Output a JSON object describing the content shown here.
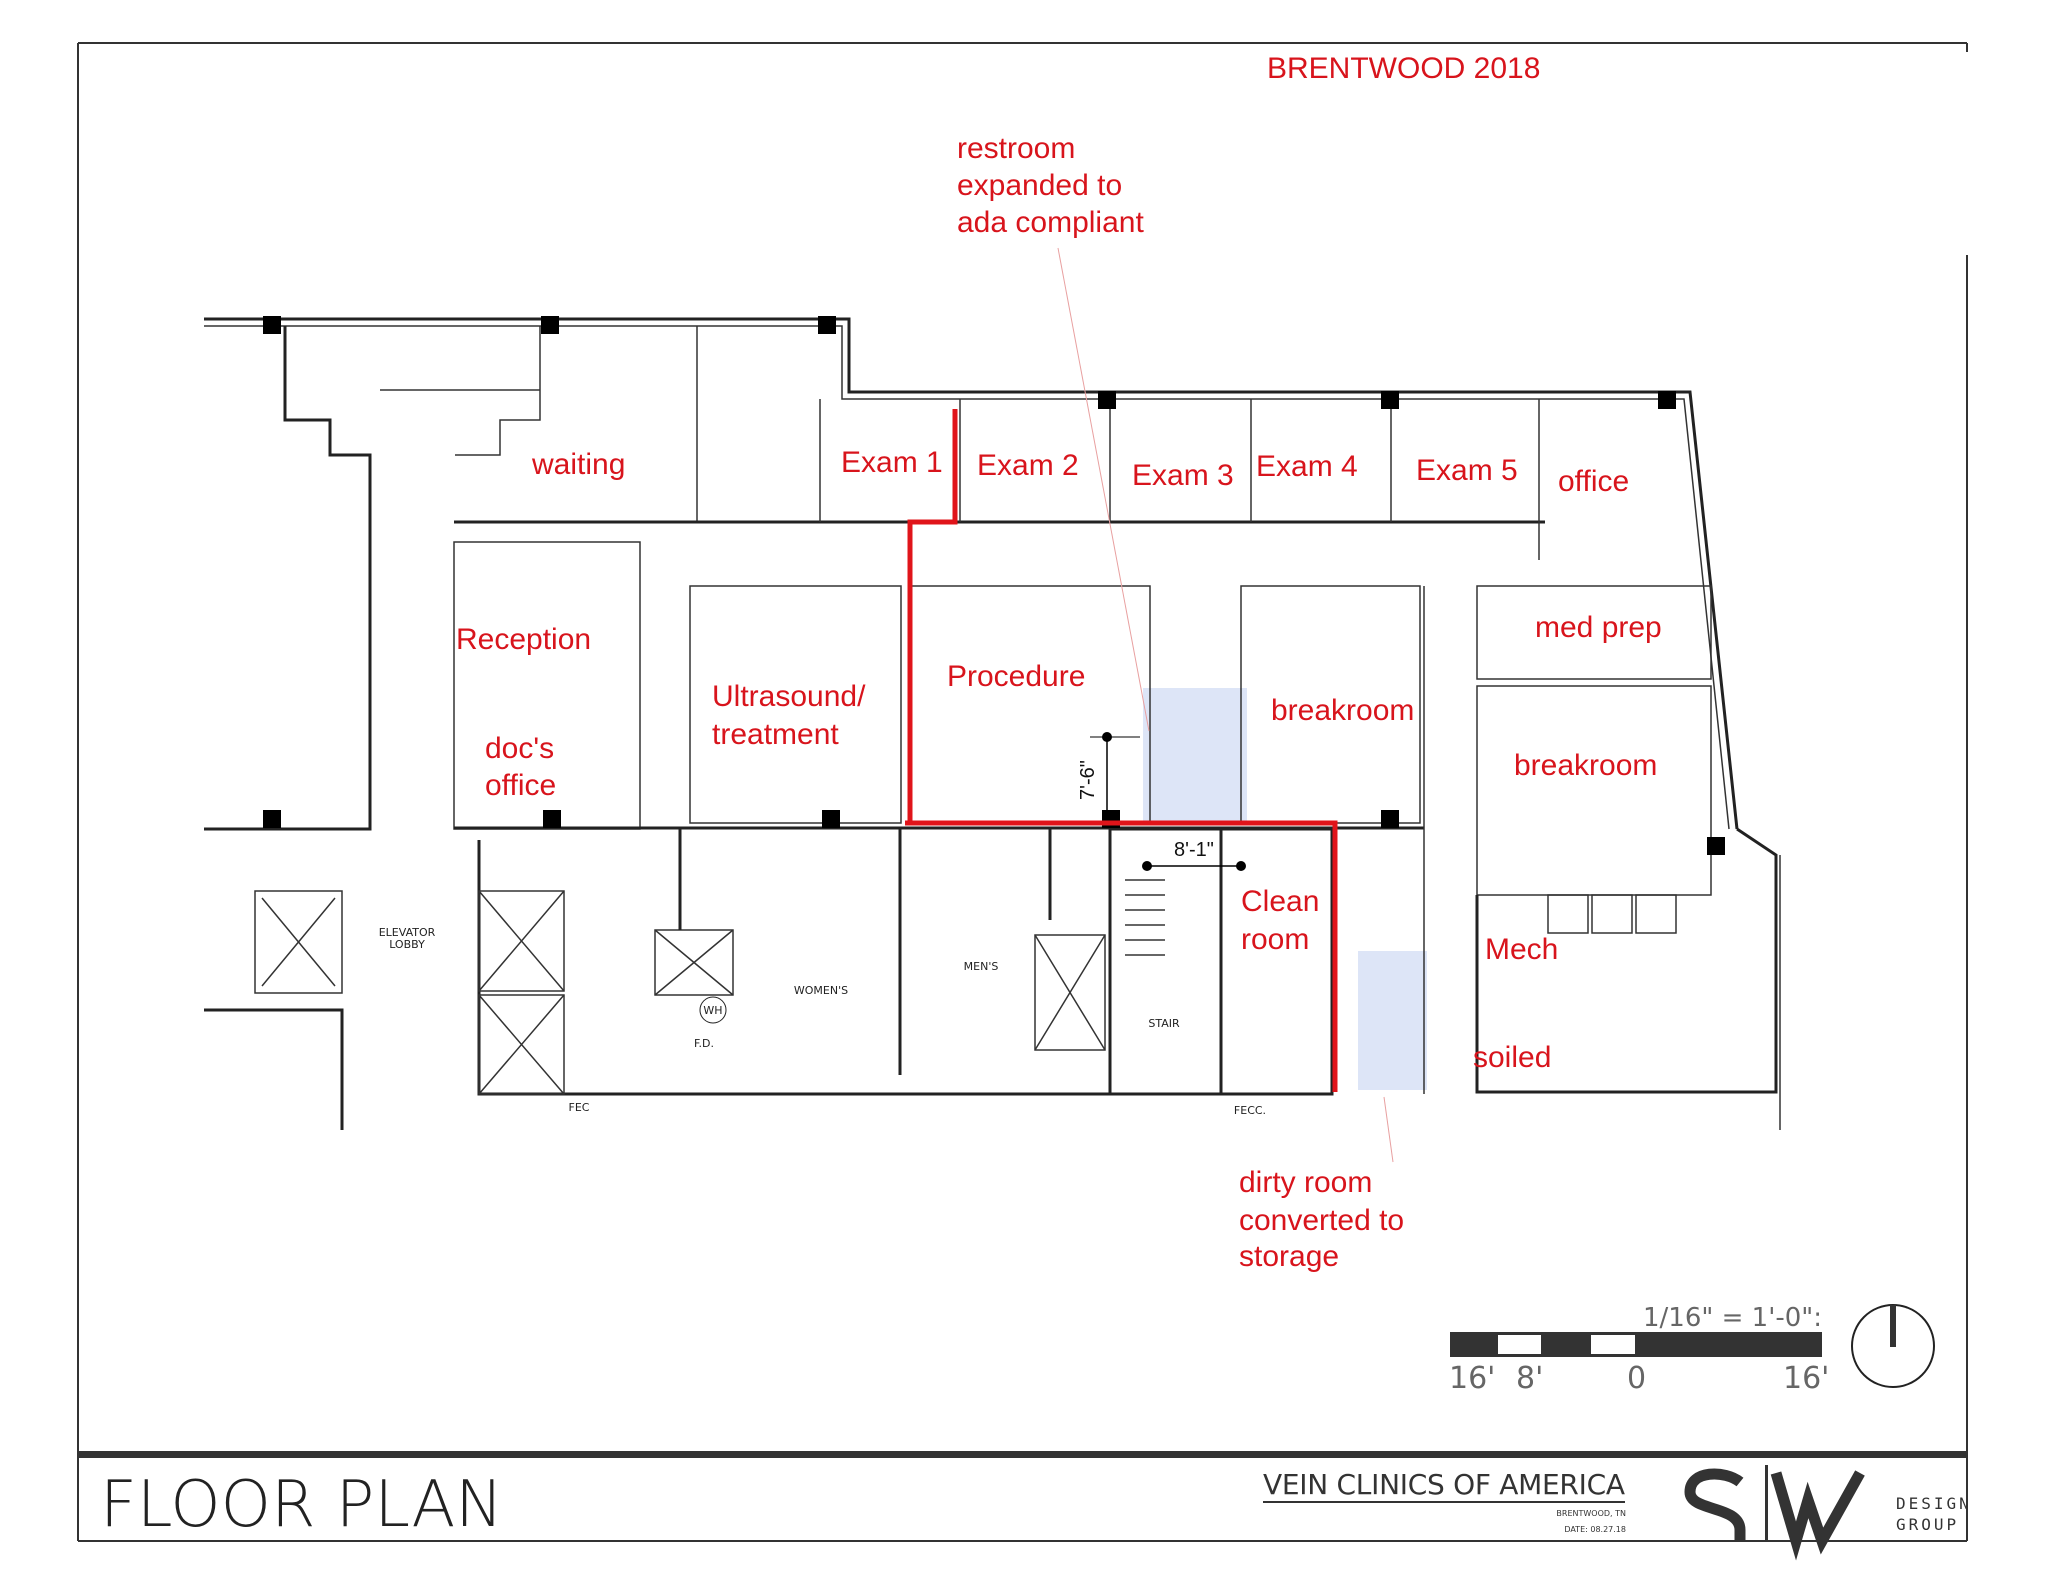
{
  "header": {
    "project_tag": "BRENTWOOD 2018"
  },
  "annotations": {
    "restroom": [
      "restroom",
      "expanded to",
      "ada compliant"
    ],
    "dirty_room": [
      "dirty room",
      "converted to",
      "storage"
    ]
  },
  "rooms": {
    "waiting": "waiting",
    "exam1": "Exam 1",
    "exam2": "Exam 2",
    "exam3": "Exam 3",
    "exam4": "Exam 4",
    "exam5": "Exam 5",
    "office": "office",
    "reception": "Reception",
    "med_prep": "med prep",
    "ultrasound": [
      "Ultrasound/",
      "treatment"
    ],
    "procedure": "Procedure",
    "breakroom_1": "breakroom",
    "breakroom_2": "breakroom",
    "docs_office": [
      "doc's",
      "office"
    ],
    "clean_room": [
      "Clean",
      "room"
    ],
    "mech": "Mech",
    "soiled": "soiled"
  },
  "dimensions": {
    "vertical": "7'-6\"",
    "horizontal": "8'-1\""
  },
  "plan_labels": {
    "elevator_lobby": [
      "ELEVATOR",
      "LOBBY"
    ],
    "womens": "WOMEN'S",
    "mens": "MEN'S",
    "stair": "STAIR",
    "fec_1": "FEC",
    "fec_2": "FECC.",
    "wh": "WH",
    "fd": "F.D."
  },
  "scale": {
    "label": "1/16\" = 1'-0\":",
    "ticks": [
      "16'",
      "8'",
      "0",
      "16'"
    ]
  },
  "north_arrow": {
    "icon": "north-arrow-icon"
  },
  "title_block": {
    "title": "FLOOR PLAN",
    "client": "VEIN CLINICS OF AMERICA",
    "location": "BRENTWOOD, TN",
    "date": "DATE: 08.27.18",
    "logo_text": "SIW",
    "logo_sub": [
      "DESIGN",
      "GROUP"
    ]
  },
  "colors": {
    "markup_red": "#d8141c",
    "highlight_blue": "#dde5f7",
    "line": "#222222"
  }
}
